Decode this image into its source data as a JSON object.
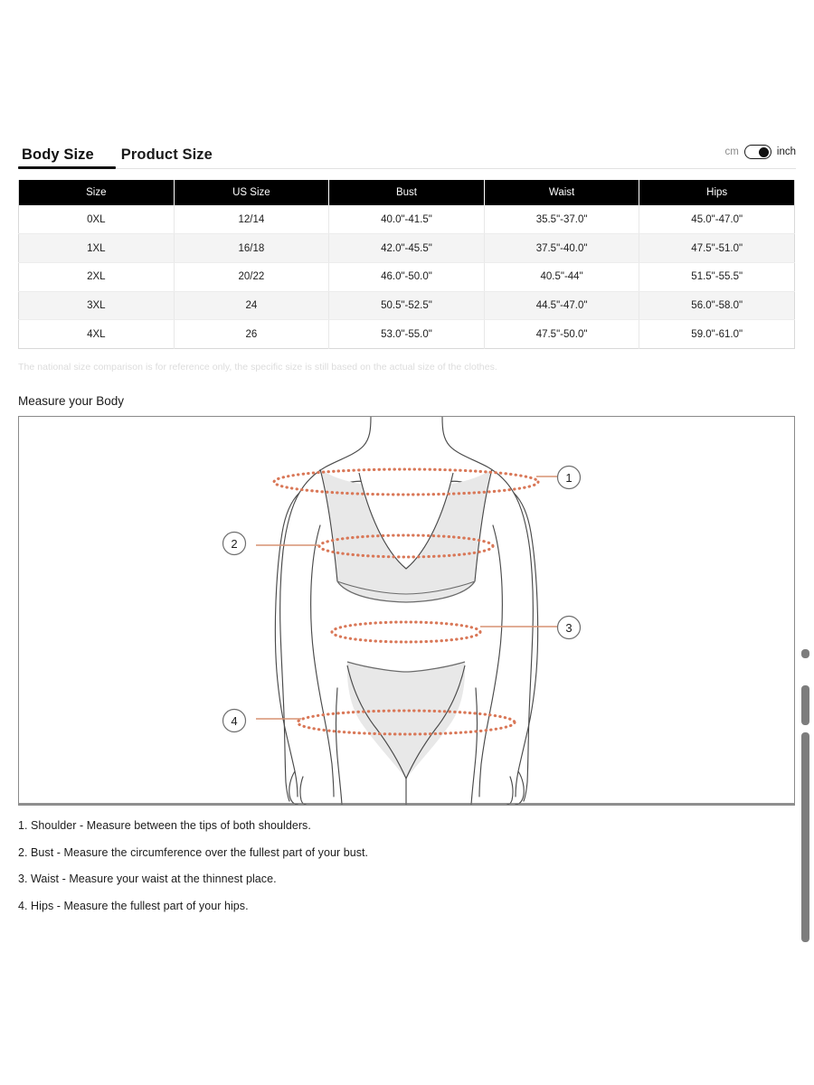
{
  "tabs": [
    {
      "label": "Body Size",
      "active": true
    },
    {
      "label": "Product Size",
      "active": false
    }
  ],
  "unit_toggle": {
    "left_label": "cm",
    "right_label": "inch",
    "selected": "inch"
  },
  "table": {
    "headers": [
      "Size",
      "US Size",
      "Bust",
      "Waist",
      "Hips"
    ],
    "rows": [
      [
        "0XL",
        "12/14",
        "40.0\"-41.5\"",
        "35.5\"-37.0\"",
        "45.0\"-47.0\""
      ],
      [
        "1XL",
        "16/18",
        "42.0\"-45.5\"",
        "37.5\"-40.0\"",
        "47.5\"-51.0\""
      ],
      [
        "2XL",
        "20/22",
        "46.0\"-50.0\"",
        "40.5\"-44\"",
        "51.5\"-55.5\""
      ],
      [
        "3XL",
        "24",
        "50.5\"-52.5\"",
        "44.5\"-47.0\"",
        "56.0\"-58.0\""
      ],
      [
        "4XL",
        "26",
        "53.0\"-55.0\"",
        "47.5\"-50.0\"",
        "59.0\"-61.0\""
      ]
    ]
  },
  "disclaimer": "The national size comparison is for reference only, the specific size is still based on the actual size of the clothes.",
  "measure_title": "Measure your Body",
  "diagram": {
    "callouts": [
      {
        "number": "1",
        "name": "shoulder"
      },
      {
        "number": "2",
        "name": "bust"
      },
      {
        "number": "3",
        "name": "waist"
      },
      {
        "number": "4",
        "name": "hips"
      }
    ],
    "guide_color": "#d97757",
    "outline_color": "#4a4a4a",
    "garment_fill": "#e6e6e6"
  },
  "instructions": [
    "1. Shoulder - Measure between the tips of both shoulders.",
    "2. Bust - Measure the circumference over the fullest part of your bust.",
    "3. Waist - Measure your waist at the thinnest place.",
    "4. Hips - Measure the fullest part of your hips."
  ]
}
